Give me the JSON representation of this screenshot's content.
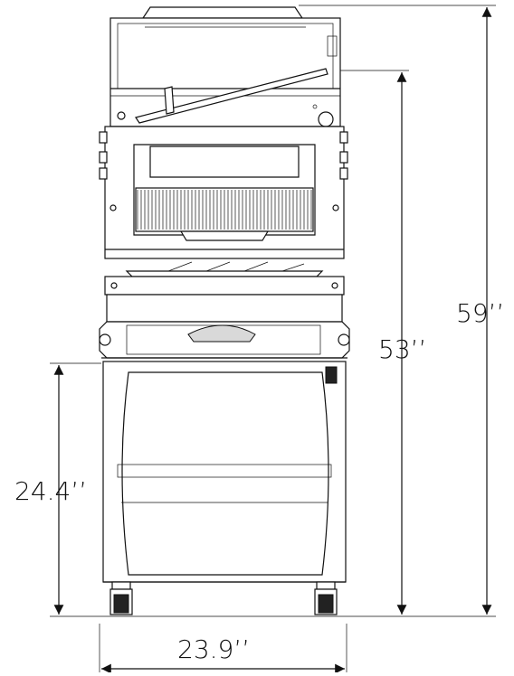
{
  "dimensions": {
    "overall_height": "59’’",
    "table_height": "53’’",
    "stand_height": "24.4’’",
    "width": "23.9’’"
  },
  "colors": {
    "line": "#111111",
    "background": "#ffffff",
    "panel_fill": "#d9d9d9"
  }
}
